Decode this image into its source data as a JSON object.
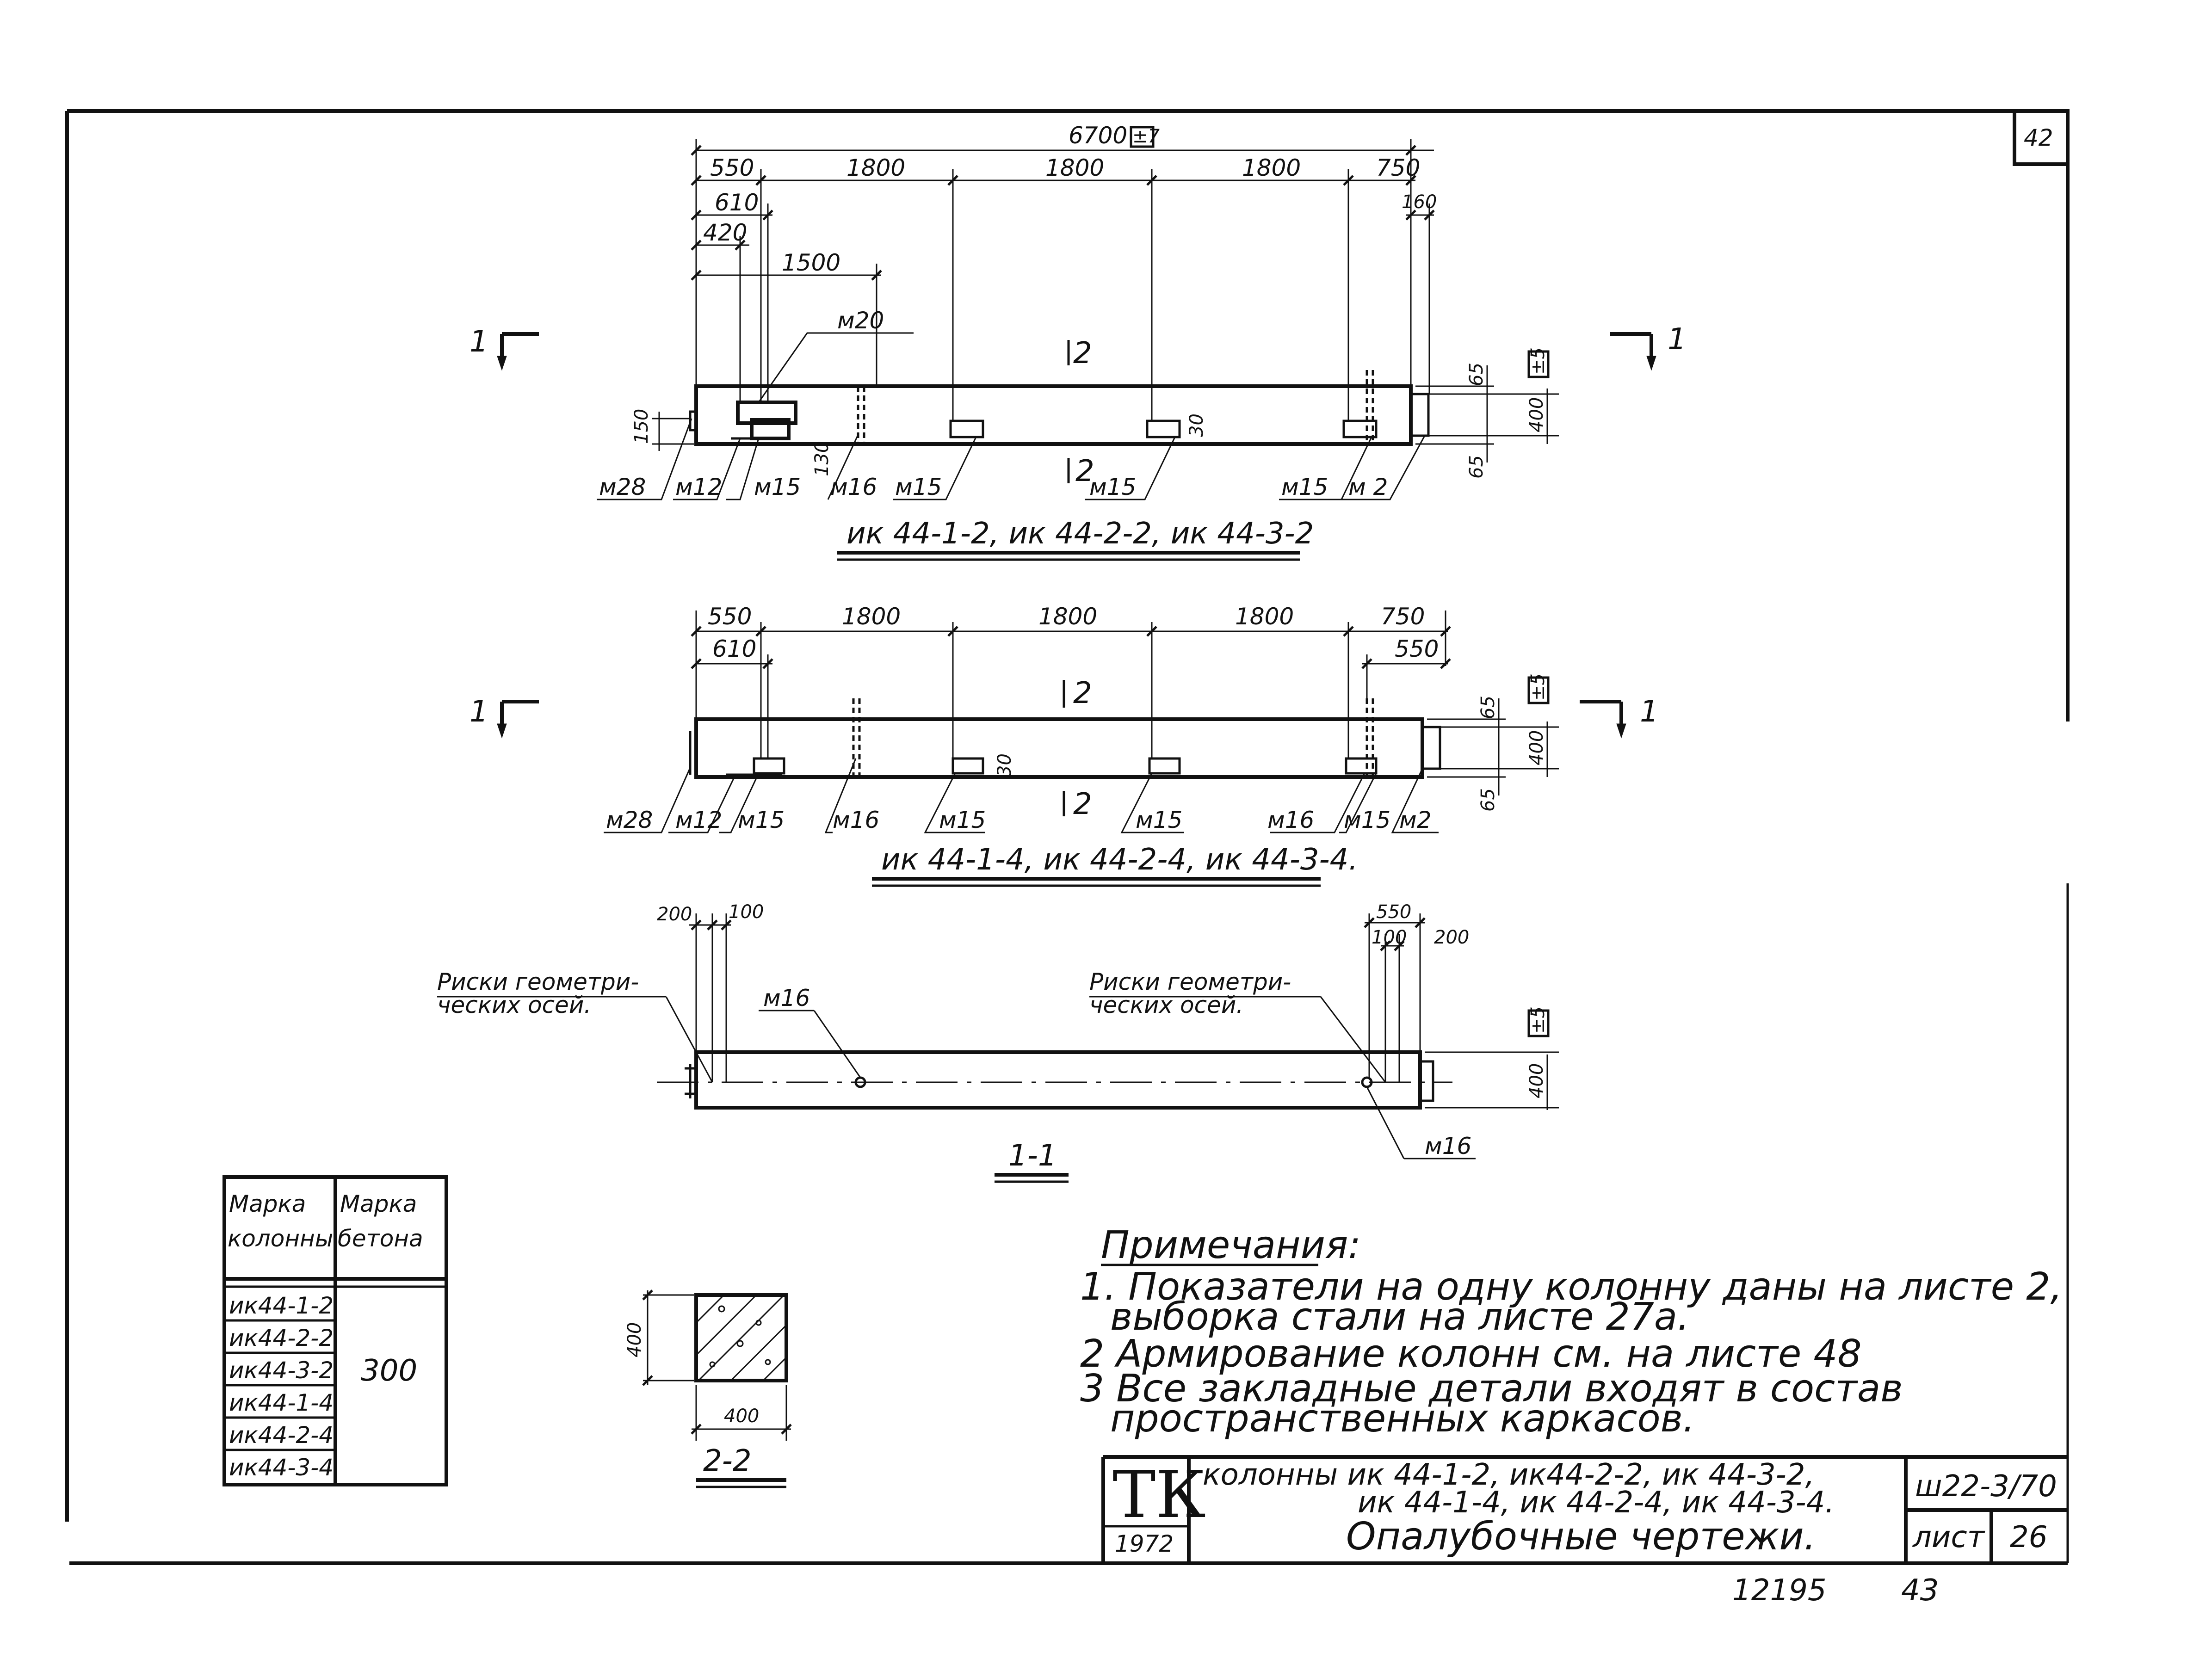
{
  "sheet_number_top": "42",
  "view_top": {
    "overall_dim": "6700",
    "tolerance": "±7",
    "dims_row1": [
      "550",
      "1800",
      "1800",
      "1800",
      "750"
    ],
    "dims_inner": [
      "610",
      "420",
      "1500",
      "160"
    ],
    "vertical_dims": [
      "150",
      "130",
      "30",
      "65",
      "400",
      "65",
      "±5"
    ],
    "section_mark": "2",
    "view_mark": "1",
    "labels": [
      "м20",
      "м28",
      "м12",
      "м15",
      "м16",
      "м15",
      "м15",
      "м15",
      "м 2"
    ],
    "caption": "ик 44-1-2, ик 44-2-2, ик 44-3-2"
  },
  "view_middle": {
    "dims_row1": [
      "550",
      "1800",
      "1800",
      "1800",
      "750"
    ],
    "dims_inner": [
      "610",
      "550"
    ],
    "vertical_dims": [
      "65",
      "±5",
      "400",
      "65",
      "30"
    ],
    "section_mark": "2",
    "view_mark": "1",
    "labels": [
      "м28",
      "м12",
      "м15",
      "м16",
      "м15",
      "м15",
      "м16",
      "м15",
      "м2"
    ],
    "caption": "ик 44-1-4, ик 44-2-4, ик 44-3-4."
  },
  "view_section_1": {
    "dims_left": [
      "200",
      "100"
    ],
    "dims_right": [
      "550",
      "100",
      "200"
    ],
    "vertical_dims": [
      "±5",
      "400"
    ],
    "risk_label_line1": "Риски геометри-",
    "risk_label_line2": "ческих осей.",
    "labels": [
      "м16",
      "м16"
    ],
    "caption": "1-1"
  },
  "section_2": {
    "dim_h": "400",
    "dim_w": "400",
    "caption": "2-2"
  },
  "table": {
    "header_col1_line1": "Марка",
    "header_col1_line2": "колонны",
    "header_col2_line1": "Марка",
    "header_col2_line2": "бетона",
    "rows": [
      "ик44-1-2",
      "ик44-2-2",
      "ик44-3-2",
      "ик44-1-4",
      "ик44-2-4",
      "ик44-3-4"
    ],
    "concrete": "300"
  },
  "notes": {
    "title": "Примечания:",
    "items": [
      "1. Показатели на одну колонну даны на листе 2,",
      "выборка стали на листе 27а.",
      "2 Армирование колонн см. на листе 48",
      "3 Все закладные детали входят в состав",
      "пространственных каркасов."
    ]
  },
  "title_block": {
    "logo": "ТК",
    "year": "1972",
    "title_line1": "колонны ик 44-1-2, ик44-2-2, ик 44-3-2,",
    "title_line2": "ик 44-1-4, ик 44-2-4, ик 44-3-4.",
    "title_line3": "Опалубочные чертежи.",
    "code": "ш22-3/70",
    "sheet_label": "лист",
    "sheet_no": "26"
  },
  "footer": {
    "num1": "12195",
    "num2": "43"
  }
}
